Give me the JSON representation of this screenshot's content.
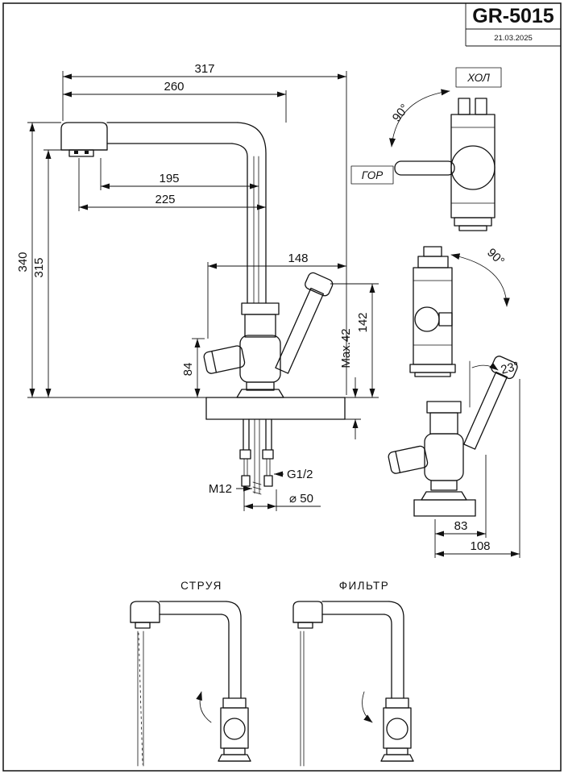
{
  "title_block": {
    "model": "GR-5015",
    "date": "21.03.2025"
  },
  "main_view": {
    "dim_total_length": "317",
    "dim_spout_reach": "260",
    "dim_195": "195",
    "dim_225": "225",
    "dim_148": "148",
    "dim_height_340": "340",
    "dim_height_315": "315",
    "dim_84": "84",
    "dim_max_thickness": "Max.42",
    "dim_142": "142",
    "label_m12": "M12",
    "label_g12": "G1/2",
    "label_dia50": "⌀ 50"
  },
  "rotation_views": {
    "cold_label": "ХОЛ",
    "hot_label": "ГОР",
    "swivel_angle_top": "90°",
    "swivel_angle_front": "90°",
    "lever_angle": "23°",
    "dim_83": "83",
    "dim_108": "108"
  },
  "mode_views": {
    "stream_label": "СТРУЯ",
    "filter_label": "ФИЛЬТР"
  }
}
